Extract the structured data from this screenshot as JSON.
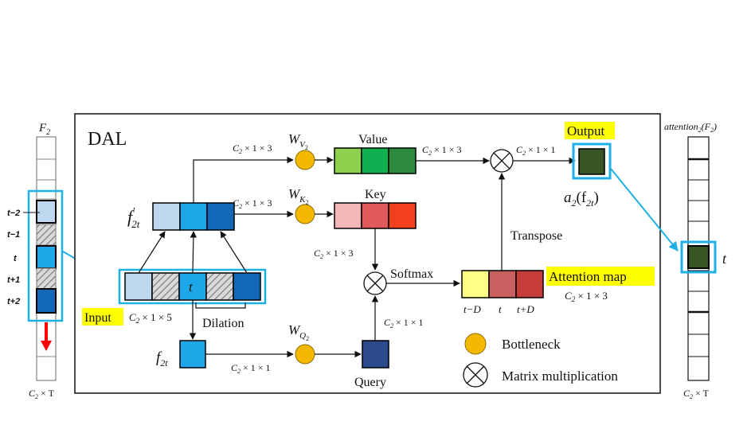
{
  "left_column": {
    "title": "F",
    "title_sub": "2",
    "footer": "C",
    "footer_sub": "2",
    "footer_rest": " × T",
    "row_labels": [
      "t−2",
      "t−1",
      "t",
      "t+1",
      "t+2"
    ]
  },
  "right_column": {
    "title_main": "attention",
    "title_sub": "2",
    "title_arg": "(F",
    "title_arg_sub": "2",
    "title_close": ")",
    "footer": "C",
    "footer_sub": "2",
    "footer_rest": " × T",
    "t_label": "t"
  },
  "dal": {
    "title": "DAL",
    "input_label": "Input",
    "input_dim": "C",
    "input_dim_sub": "2",
    "input_dim_rest": " × 1 × 5",
    "input_center": "t",
    "dilation": "Dilation",
    "f2t_prime_main": "f",
    "f2t_prime_sup": "′",
    "f2t_prime_sub": "2t",
    "f2t_main": "f",
    "f2t_sub": "2t",
    "dim_131_a": "C",
    "dim_131_a_sub": "2",
    "dim_131_a_rest": " × 1 × 3",
    "dim_131_b": "C",
    "dim_131_b_sub": "2",
    "dim_131_b_rest": " × 1 × 3",
    "dim_111": "C",
    "dim_111_sub": "2",
    "dim_111_rest": " × 1 × 1",
    "wv": "W",
    "wv_sub": "V",
    "wv_subsub": "2",
    "wk": "W",
    "wk_sub": "K",
    "wk_subsub": "2",
    "wq": "W",
    "wq_sub": "Q",
    "wq_subsub": "2",
    "value_label": "Value",
    "key_label": "Key",
    "query_label": "Query",
    "value_dim": "C",
    "value_dim_sub": "2",
    "value_dim_rest": " × 1 × 3",
    "key_dim": "C",
    "key_dim_sub": "2",
    "key_dim_rest": " × 1 × 3",
    "softmax": "Softmax",
    "query_dim": "C",
    "query_dim_sub": "2",
    "query_dim_rest": " × 1 × 1",
    "transpose": "Transpose",
    "out_dim": "C",
    "out_dim_sub": "2",
    "out_dim_rest": " × 1 × 1",
    "output_label": "Output",
    "a2_main": "a",
    "a2_sub": "2",
    "a2_open": "(f",
    "a2_arg_sub": "2t",
    "a2_close": ")",
    "attention_map": "Attention map",
    "attn_dim": "C",
    "attn_dim_sub": "2",
    "attn_dim_rest": " × 1 × 3",
    "attn_ticks": [
      "t−D",
      "t",
      "t+D"
    ],
    "legend_bottleneck": "Bottleneck",
    "legend_matmul": "Matrix multiplication"
  },
  "colors": {
    "bottleneck_fill": "#f5b800",
    "value": [
      "#8fd14f",
      "#10b050",
      "#2e8b3e"
    ],
    "key": [
      "#f4b6b6",
      "#e05a5a",
      "#f2401f"
    ],
    "attention": [
      "#ffff88",
      "#c96060",
      "#c83b3b"
    ],
    "f2t_prime": [
      "#bdd7ee",
      "#1ea7e8",
      "#1267b8"
    ],
    "input_ends": [
      "#bdd7ee",
      "#1ea7e8",
      "#1267b8"
    ],
    "f2t": "#1ea7e8",
    "query": "#2b4b8c",
    "output": "#375623",
    "highlight_border": "#1fb0e6",
    "arrow_red": "#ff0000"
  }
}
